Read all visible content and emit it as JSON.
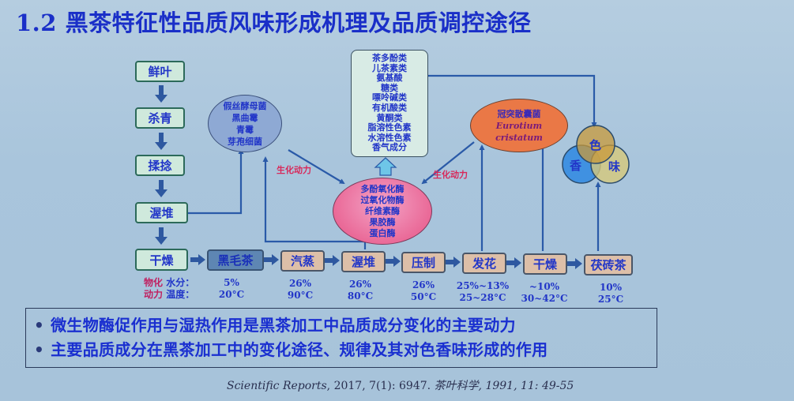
{
  "slide": {
    "title_num": "1.2",
    "title": "黑茶特征性品质风味形成机理及品质调控途径"
  },
  "process_vertical": [
    {
      "label": "鲜叶"
    },
    {
      "label": "杀青"
    },
    {
      "label": "揉捻"
    },
    {
      "label": "渥堆"
    },
    {
      "label": "干燥"
    }
  ],
  "process_horizontal": [
    {
      "label": "黑毛茶",
      "style": "dark",
      "moisture": "5%",
      "temperature": "20°C"
    },
    {
      "label": "汽蒸",
      "style": "tan",
      "moisture": "26%",
      "temperature": "90°C"
    },
    {
      "label": "渥堆",
      "style": "tan",
      "moisture": "26%",
      "temperature": "80°C"
    },
    {
      "label": "压制",
      "style": "tan",
      "moisture": "26%",
      "temperature": "50°C"
    },
    {
      "label": "发花",
      "style": "tan",
      "moisture": "25%~13%",
      "temperature": "25~28°C"
    },
    {
      "label": "干燥",
      "style": "tan",
      "moisture": "~10%",
      "temperature": "30~42°C"
    },
    {
      "label": "茯砖茶",
      "style": "tan",
      "moisture": "10%",
      "temperature": "25°C"
    }
  ],
  "microbes": {
    "items": [
      "假丝酵母菌",
      "黑曲霉",
      "青霉",
      "芽孢细菌"
    ],
    "color": "#8ea9d4"
  },
  "compounds": {
    "items": [
      "茶多酚类",
      "儿茶素类",
      "氨基酸",
      "糖类",
      "嘌呤碱类",
      "有机酸类",
      "黄酮类",
      "脂溶性色素",
      "水溶性色素",
      "香气成分"
    ]
  },
  "enzymes": {
    "items": [
      "多酚氧化酶",
      "过氧化物酶",
      "纤维素酶",
      "果胶酶",
      "蛋白酶"
    ],
    "color": "#ea6a98"
  },
  "eurotium": {
    "cn": "冠突散囊菌",
    "latin_1": "Eurotium",
    "latin_2": "cristatum",
    "color": "#ea7846"
  },
  "driving_force_labels": {
    "left": "生化动力",
    "right": "生化动力"
  },
  "venn": {
    "color": {
      "label": "色",
      "fill": "#c8a040"
    },
    "aroma": {
      "label": "香",
      "fill": "#3a8ee0"
    },
    "taste": {
      "label": "味",
      "fill": "#d6c87a"
    }
  },
  "param_labels": {
    "group_1": "物化",
    "group_2": "动力",
    "moisture": "水分：",
    "temperature": "温度："
  },
  "summary": {
    "bullet": "•",
    "lines": [
      "微生物酶促作用与湿热作用是黑茶加工中品质成分变化的主要动力",
      "主要品质成分在黑茶加工中的变化途径、规律及其对色香味形成的作用"
    ]
  },
  "citation": {
    "journal": "Scientific Reports",
    "details": ", 2017, 7(1): 6947. ",
    "cn_journal": "茶叶科学",
    "cn_details": ", 1991, 11: 49-55"
  }
}
